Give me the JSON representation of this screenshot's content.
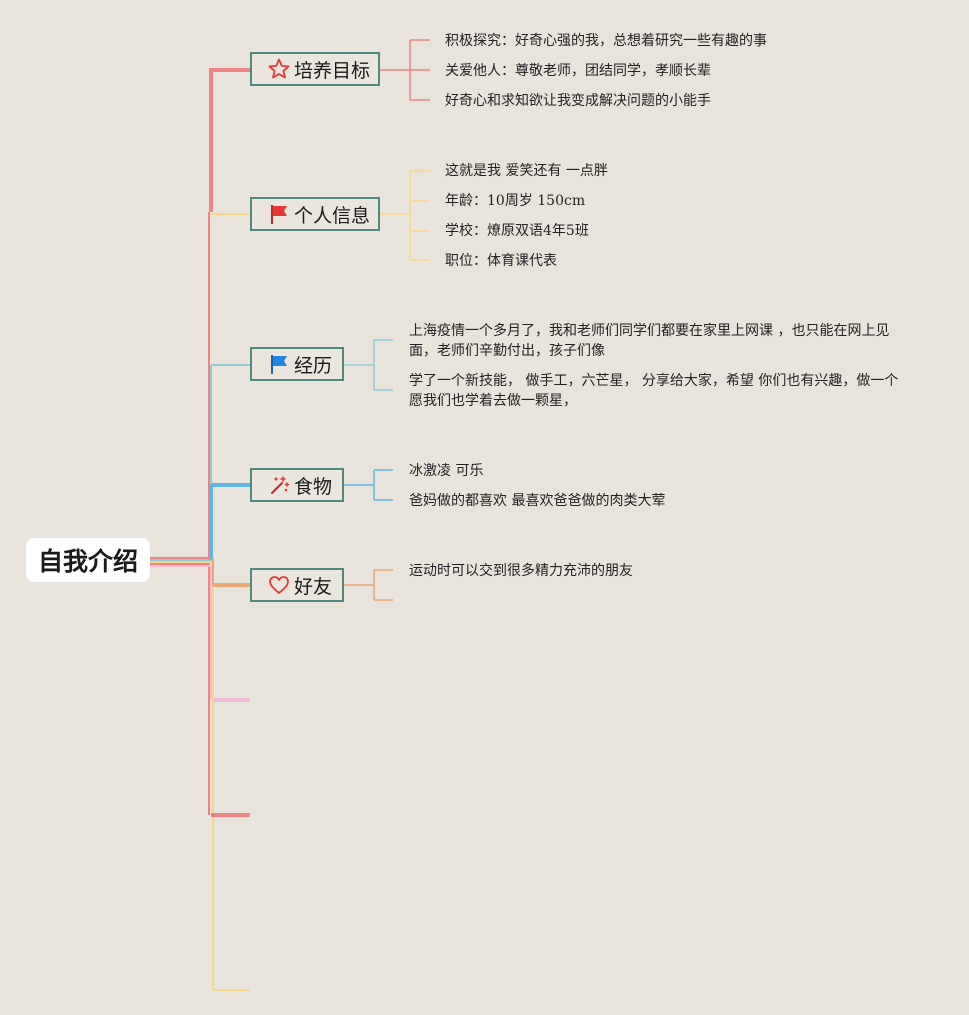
{
  "root": {
    "label": "自我介绍"
  },
  "colors": {
    "red": "#ef8383",
    "yellow": "#f8d688",
    "teal": "#8fcbd6",
    "blue": "#5fb6ea",
    "orange": "#eca672",
    "pink": "#f3bcd4",
    "border": "#4e8a7e"
  },
  "branches": [
    {
      "label": "培养目标",
      "icon": "star-icon",
      "items": [
        "积极探究：好奇心强的我，总想着研究一些有趣的事",
        "关爱他人：尊敬老师，团结同学，孝顺长辈",
        "好奇心和求知欲让我变成解决问题的小能手"
      ]
    },
    {
      "label": "个人信息",
      "icon": "red-flag-icon",
      "items": [
        "这就是我 爱笑还有 一点胖",
        "年龄：10周岁 150cm",
        "学校：燎原双语4年5班",
        "职位：体育课代表"
      ]
    },
    {
      "label": "经历",
      "icon": "blue-flag-icon",
      "items": [
        "上海疫情一个多月了，我和老师们同学们都要在家里上网课 ，也只能在网上见面，老师们辛勤付出，孩子们像",
        "学了一个新技能， 做手工，六芒星， 分享给大家，希望 你们也有兴趣，做一个愿我们也学着去做一颗星，"
      ]
    },
    {
      "label": "食物",
      "icon": "magic-wand-icon",
      "items": [
        "冰激凌 可乐",
        "爸妈做的都喜欢 最喜欢爸爸做的肉类大荤"
      ]
    },
    {
      "label": "好友",
      "icon": "heart-icon",
      "items": [
        "运动时可以交到很多精力充沛的朋友"
      ]
    }
  ]
}
